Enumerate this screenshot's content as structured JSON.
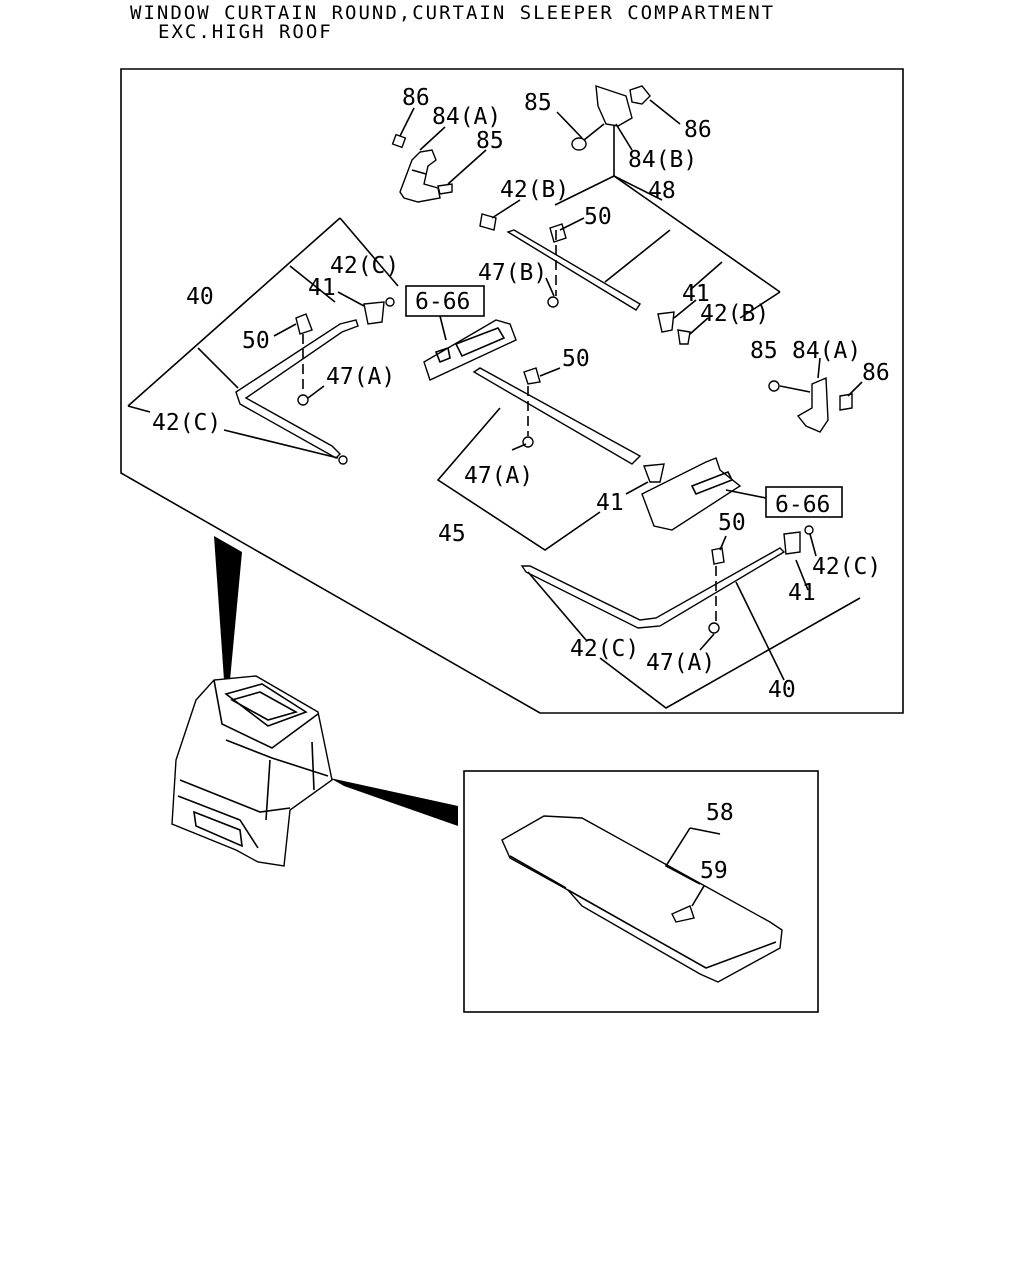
{
  "title": {
    "line1": "WINDOW CURTAIN ROUND,CURTAIN SLEEPER COMPARTMENT",
    "line2": "EXC.HIGH ROOF"
  },
  "callouts": {
    "c86a": "86",
    "c84Aa": "84(A)",
    "c85a": "85",
    "c85b": "85",
    "c86b": "86",
    "c84B": "84(B)",
    "c42Ba": "42(B)",
    "c48": "48",
    "c50a": "50",
    "c47B": "47(B)",
    "c41a": "41",
    "c42Bb": "42(B)",
    "c42Ca": "42(C)",
    "c40a": "40",
    "c41b": "41",
    "c50b": "50",
    "c47Aa": "47(A)",
    "c42Cb": "42(C)",
    "c666a": "6-66",
    "c50c": "50",
    "c85c": "85",
    "c84Ab": "84(A)",
    "c86c": "86",
    "c47Ab": "47(A)",
    "c41c": "41",
    "c45": "45",
    "c666b": "6-66",
    "c50d": "50",
    "c42Cc": "42(C)",
    "c41d": "41",
    "c42Cd": "42(C)",
    "c47Ac": "47(A)",
    "c40b": "40",
    "c58": "58",
    "c59": "59"
  }
}
